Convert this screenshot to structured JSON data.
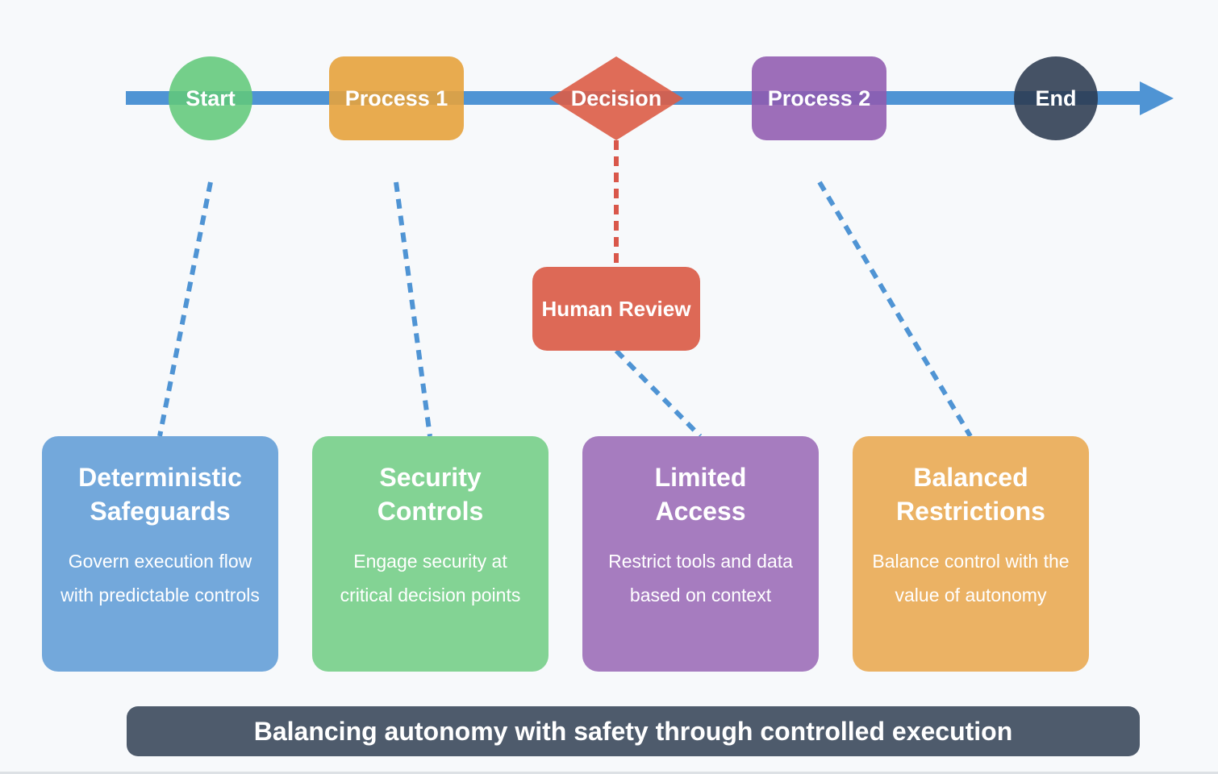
{
  "flow": {
    "nodes": [
      {
        "id": "start",
        "label": "Start",
        "shape": "circle",
        "color": "#62c87a"
      },
      {
        "id": "process1",
        "label": "Process 1",
        "shape": "rounded-rect",
        "color": "#e6a23c"
      },
      {
        "id": "decision",
        "label": "Decision",
        "shape": "diamond",
        "color": "#db5c46"
      },
      {
        "id": "process2",
        "label": "Process 2",
        "shape": "rounded-rect",
        "color": "#915aaf"
      },
      {
        "id": "end",
        "label": "End",
        "shape": "circle",
        "color": "#2c3a50"
      }
    ],
    "arrow_color": "#4f94d4",
    "review": {
      "label": "Human Review",
      "color": "#dd6956",
      "connector_color": "#d9574a"
    }
  },
  "cards": [
    {
      "title_line1": "Deterministic",
      "title_line2": "Safeguards",
      "description": "Govern execution flow with predictable controls",
      "color": "#73a8db",
      "linked_to": "start"
    },
    {
      "title_line1": "Security",
      "title_line2": "Controls",
      "description": "Engage security at critical decision points",
      "color": "#83d394",
      "linked_to": "process1"
    },
    {
      "title_line1": "Limited",
      "title_line2": "Access",
      "description": "Restrict tools and data based on context",
      "color": "#a67cbf",
      "linked_to": "human-review"
    },
    {
      "title_line1": "Balanced",
      "title_line2": "Restrictions",
      "description": "Balance control with the value of autonomy",
      "color": "#ebb264",
      "linked_to": "process2"
    }
  ],
  "banner": {
    "text": "Balancing autonomy with safety through controlled execution",
    "color": "#4e5b6c"
  }
}
